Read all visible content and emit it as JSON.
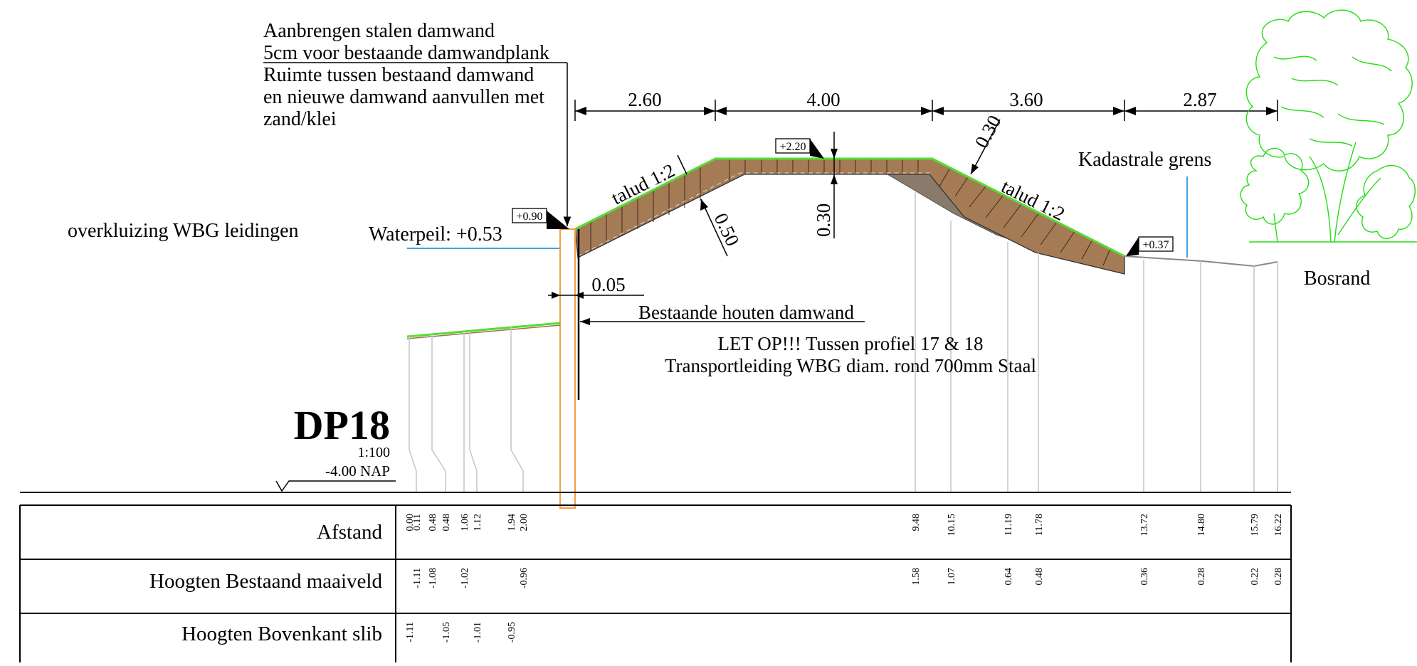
{
  "notes": {
    "construction_lines": [
      "Aanbrengen stalen damwand",
      "5cm voor bestaande damwandplank",
      "Ruimte tussen bestaand damwand",
      "en nieuwe damwand aanvullen met",
      "zand/klei"
    ],
    "crossing": "overkluizing WBG leidingen",
    "water_level": "Waterpeil: +0.53",
    "existing_sheet_pile": "Bestaande houten damwand",
    "warning_line1": "LET OP!!!  Tussen profiel 17 & 18",
    "warning_line2": "Transportleiding WBG diam. rond 700mm Staal",
    "cadastral": "Kadastrale grens",
    "forest_edge": "Bosrand"
  },
  "levels": {
    "left": "+0.90",
    "crest": "+2.20",
    "right": "+0.37"
  },
  "dimensions": {
    "top": [
      "2.60",
      "4.00",
      "3.60",
      "2.87"
    ],
    "thickness_slope": "0.50",
    "thickness_crest": "0.30",
    "thickness_right": "0.30",
    "gap": "0.05"
  },
  "slopes": {
    "left": "talud 1:2",
    "right": "talud 1:2"
  },
  "profile": {
    "name": "DP18",
    "scale": "1:100",
    "reference": "-4.00  NAP"
  },
  "table": {
    "rows": [
      {
        "label": "Afstand",
        "values": [
          "0.00",
          "0.11",
          "0.48",
          "0.48",
          "1.06",
          "1.12",
          "1.94",
          "2.00",
          "9.48",
          "10.15",
          "11.19",
          "11.78",
          "13.72",
          "14.80",
          "15.79",
          "16.22"
        ]
      },
      {
        "label": "Hoogten Bestaand maaiveld",
        "values": [
          "-1.11",
          "-1.08",
          "-1.02",
          "-0.96",
          "1.58",
          "1.07",
          "0.64",
          "0.48",
          "0.36",
          "0.28",
          "0.22",
          "0.28"
        ]
      },
      {
        "label": "Hoogten Bovenkant slib",
        "values": [
          "-1.11",
          "-1.05",
          "-1.01",
          "-0.95"
        ]
      }
    ]
  },
  "colors": {
    "fill": "#a57b55",
    "fill_shadow": "#8a7a6c",
    "surface": "#55dd33",
    "water": "#3fa3e0",
    "pile": "#f0a040",
    "trees": "#22dd11",
    "guide": "#c8c8c8"
  }
}
